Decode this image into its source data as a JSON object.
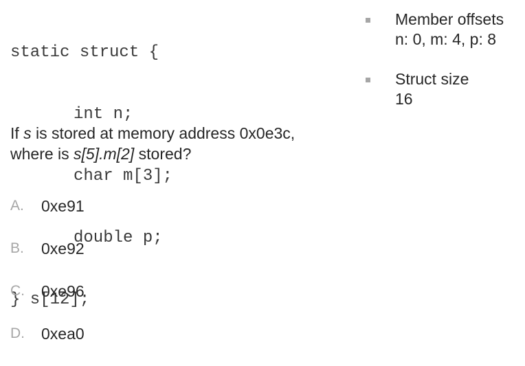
{
  "code": {
    "lines": [
      "static struct {",
      "int n;",
      "char m[3];",
      "double p;",
      "} s[12];"
    ]
  },
  "notes": [
    {
      "title": "Member offsets",
      "detail": "n: 0, m: 4, p: 8"
    },
    {
      "title": "Struct size",
      "detail": "16"
    }
  ],
  "question": {
    "line1_a": "If ",
    "line1_var": "s",
    "line1_b": " is stored at memory address 0x0e3c,",
    "line2_a": "where is ",
    "line2_expr": "s[5].m[2]",
    "line2_b": " stored?"
  },
  "options": [
    {
      "letter": "A.",
      "value": "0xe91"
    },
    {
      "letter": "B.",
      "value": "0xe92"
    },
    {
      "letter": "C.",
      "value": "0xe96"
    },
    {
      "letter": "D.",
      "value": "0xea0"
    }
  ],
  "colors": {
    "text": "#262626",
    "muted": "#a6a6a6"
  }
}
